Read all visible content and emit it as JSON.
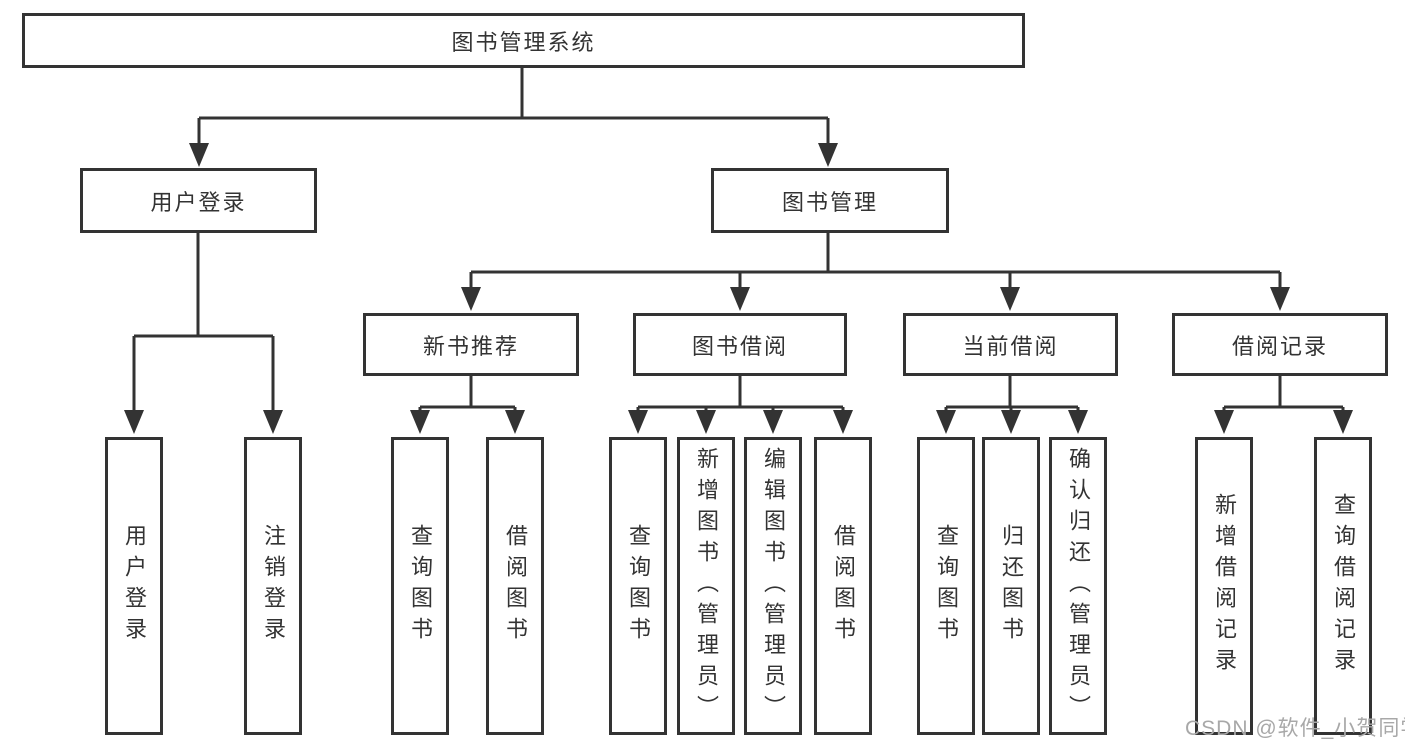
{
  "tree": {
    "root": {
      "label": "图书管理系统",
      "children": [
        {
          "label": "用户登录",
          "children": [
            {
              "label": "用户登录"
            },
            {
              "label": "注销登录"
            }
          ]
        },
        {
          "label": "图书管理",
          "children": [
            {
              "label": "新书推荐",
              "children": [
                {
                  "label": "查询图书"
                },
                {
                  "label": "借阅图书"
                }
              ]
            },
            {
              "label": "图书借阅",
              "children": [
                {
                  "label": "查询图书"
                },
                {
                  "label": "新增图书（管理员）"
                },
                {
                  "label": "编辑图书（管理员）"
                },
                {
                  "label": "借阅图书"
                }
              ]
            },
            {
              "label": "当前借阅",
              "children": [
                {
                  "label": "查询图书"
                },
                {
                  "label": "归还图书"
                },
                {
                  "label": "确认归还（管理员）"
                }
              ]
            },
            {
              "label": "借阅记录",
              "children": [
                {
                  "label": "新增借阅记录"
                },
                {
                  "label": "查询借阅记录"
                }
              ]
            }
          ]
        }
      ]
    }
  },
  "watermark": {
    "text": "CSDN @软件_小贺同学"
  },
  "colors": {
    "line": "#333333",
    "text": "#333333",
    "watermark": "#a8a8a8",
    "background": "#ffffff"
  }
}
